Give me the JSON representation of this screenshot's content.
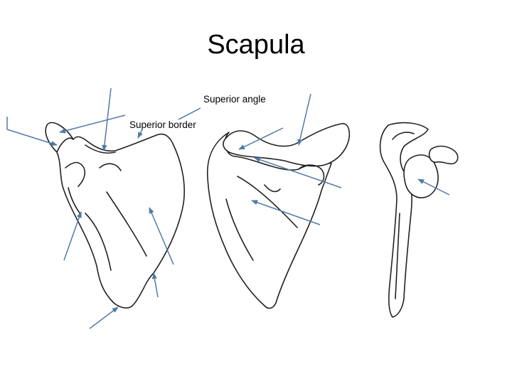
{
  "slide": {
    "title": "Scapula",
    "labels": {
      "superior_angle": "Superior angle",
      "superior_border": "Superior border"
    }
  },
  "colors": {
    "background": "#ffffff",
    "bone_outline": "#222222",
    "pointer_arrow": "#4f7ba8"
  }
}
